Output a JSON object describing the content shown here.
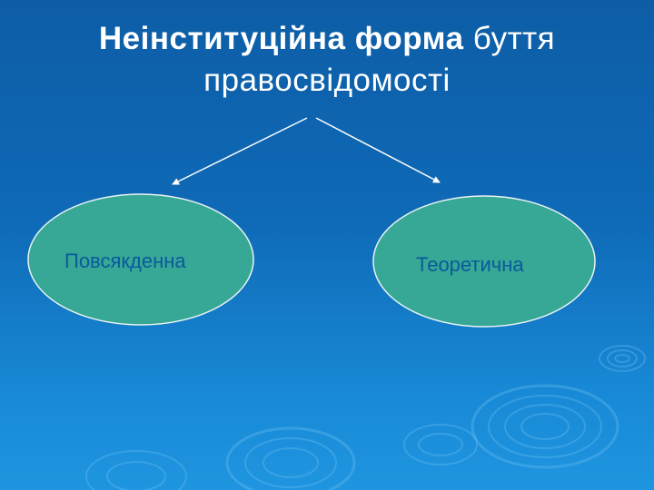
{
  "slide": {
    "title_bold": "Неінституційна форма",
    "title_rest": " буття",
    "title_line2": "правосвідомості"
  },
  "diagram": {
    "nodes": [
      {
        "label": "Повсякденна",
        "fill": "#37a796"
      },
      {
        "label": "Теоретична",
        "fill": "#37a796"
      }
    ]
  },
  "colors": {
    "background_top": "#0d5da6",
    "background_bottom": "#1f95e0",
    "text": "#ffffff",
    "node_text": "#0a5a9b",
    "node_fill": "#37a796",
    "node_stroke": "#e8f4f2",
    "arrow": "#ffffff"
  }
}
